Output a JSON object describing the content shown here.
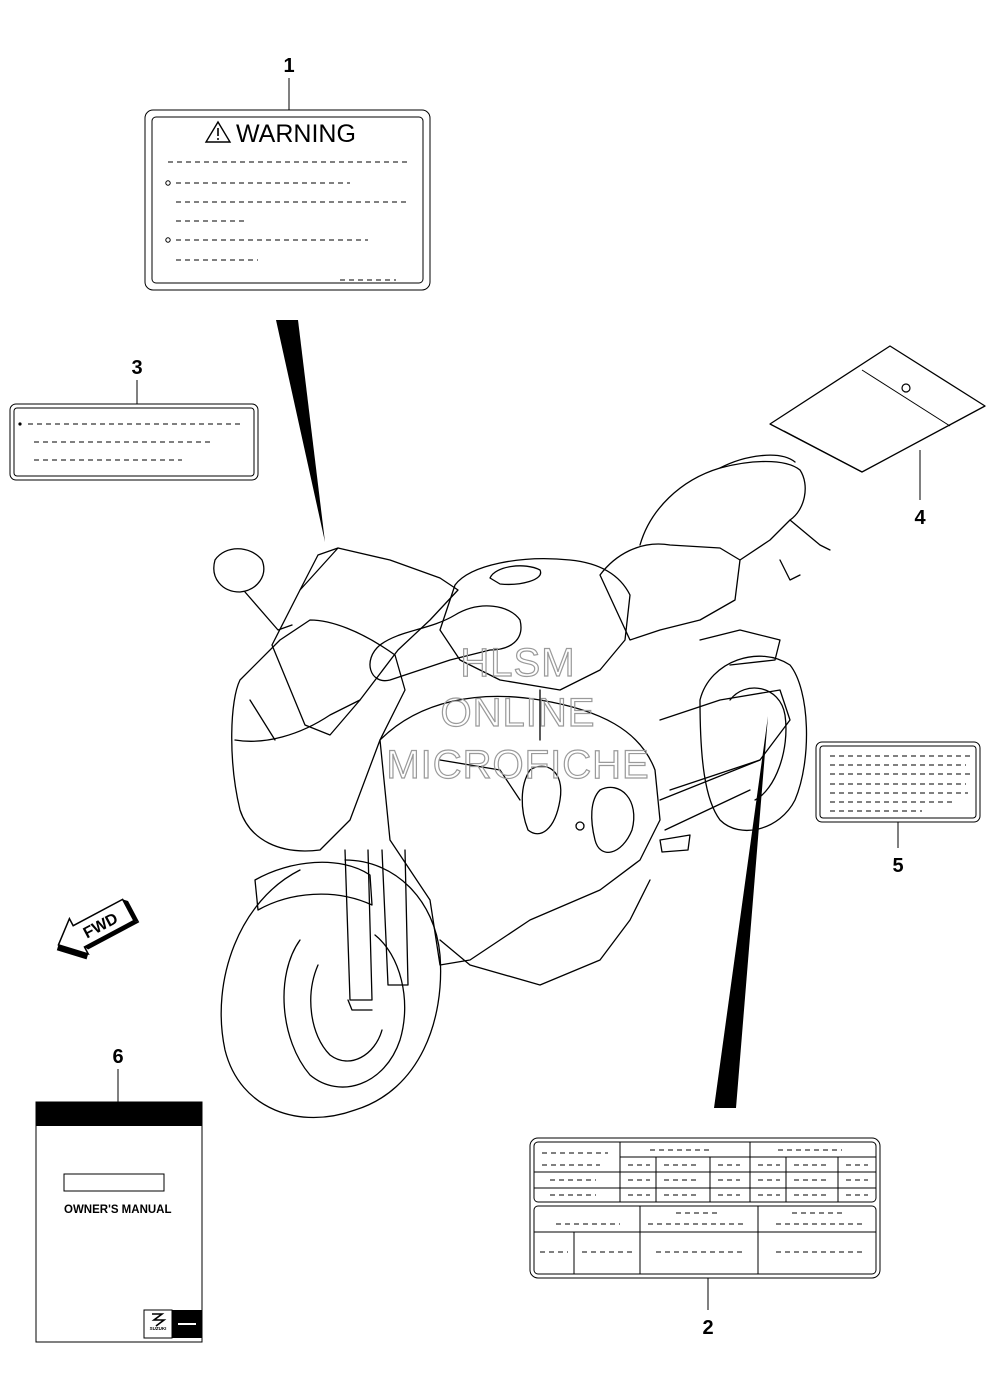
{
  "callouts": {
    "c1": "1",
    "c2": "2",
    "c3": "3",
    "c4": "4",
    "c5": "5",
    "c6": "6"
  },
  "warning_label": {
    "title": "WARNING"
  },
  "owners_manual": {
    "title": "OWNER'S MANUAL",
    "brand": "SUZUKI"
  },
  "direction_marker": {
    "text": "FWD"
  },
  "watermark": {
    "line1": "HLSM",
    "line2": "ONLINE",
    "line3": "MICROFICHE"
  }
}
